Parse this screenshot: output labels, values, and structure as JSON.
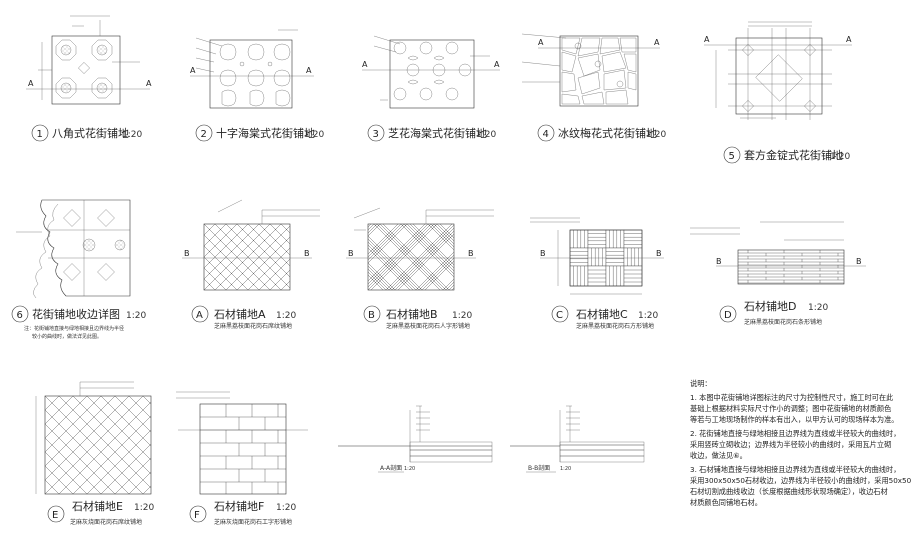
{
  "drawings": {
    "d1": {
      "num": "1",
      "title": "八角式花街铺地",
      "scale": "1:20",
      "section": "A"
    },
    "d2": {
      "num": "2",
      "title": "十字海棠式花街铺地",
      "scale": "1:20",
      "section": "A"
    },
    "d3": {
      "num": "3",
      "title": "芝花海棠式花街铺地",
      "scale": "1:20",
      "section": "A"
    },
    "d4": {
      "num": "4",
      "title": "冰纹梅花式花街铺地",
      "scale": "1:20",
      "section": "A"
    },
    "d5": {
      "num": "5",
      "title": "套方金锭式花街铺地",
      "scale": "1:20",
      "section": "A"
    },
    "d6": {
      "num": "6",
      "title": "花街铺地收边详图",
      "scale": "1:20",
      "note1": "注：花街铺地直接与绿地相接且边界线为半径",
      "note2": "较小的曲线时，做法详见此图。"
    },
    "dA": {
      "num": "A",
      "title": "石材铺地A",
      "scale": "1:20",
      "sub": "芝麻黑荔枝面花岗石席纹铺地",
      "section": "B"
    },
    "dB": {
      "num": "B",
      "title": "石材铺地B",
      "scale": "1:20",
      "sub": "芝麻黑荔枝面花岗石人字形铺地",
      "section": "B"
    },
    "dC": {
      "num": "C",
      "title": "石材铺地C",
      "scale": "1:20",
      "sub": "芝麻黑荔枝面花岗石方形铺地",
      "section": "B"
    },
    "dD": {
      "num": "D",
      "title": "石材铺地D",
      "scale": "1:20",
      "sub": "芝麻黑荔枝面花岗石条形铺地",
      "section": "B"
    },
    "dE": {
      "num": "E",
      "title": "石材铺地E",
      "scale": "1:20",
      "sub": "芝麻灰烧面花岗石席纹铺地"
    },
    "dF": {
      "num": "F",
      "title": "石材铺地F",
      "scale": "1:20",
      "sub": "芝麻灰烧面花岗石工字形铺地"
    },
    "secA": {
      "title": "A-A剖面",
      "scale": "1:20"
    },
    "secB": {
      "title": "B-B剖面",
      "scale": "1:20"
    }
  },
  "notes": {
    "heading": "说明：",
    "lines": [
      "1. 本图中花街铺地详图标注的尺寸为控制性尺寸，施工时可在此",
      "基础上根据材料实际尺寸作小的调整；图中花街铺地的材质颜色",
      "等若与工地现场制作的样本有出入，以甲方认可的现场样本为准。",
      "2. 花街铺地直接与绿地相接且边界线为直线或半径较大的曲线时，",
      "采用竖砖立砌收边；边界线为半径较小的曲线时，采用瓦片立砌",
      "收边，做法见⑥。",
      "3. 石材铺地直接与绿地相接且边界线为直线或半径较大的曲线时，",
      "采用300x50x50石材收边，边界线为半径较小的曲线时，采用50x50",
      "石材切割成曲线收边（长度根据曲线形状现场确定），收边石材",
      "材质颜色同铺地石材。"
    ]
  }
}
